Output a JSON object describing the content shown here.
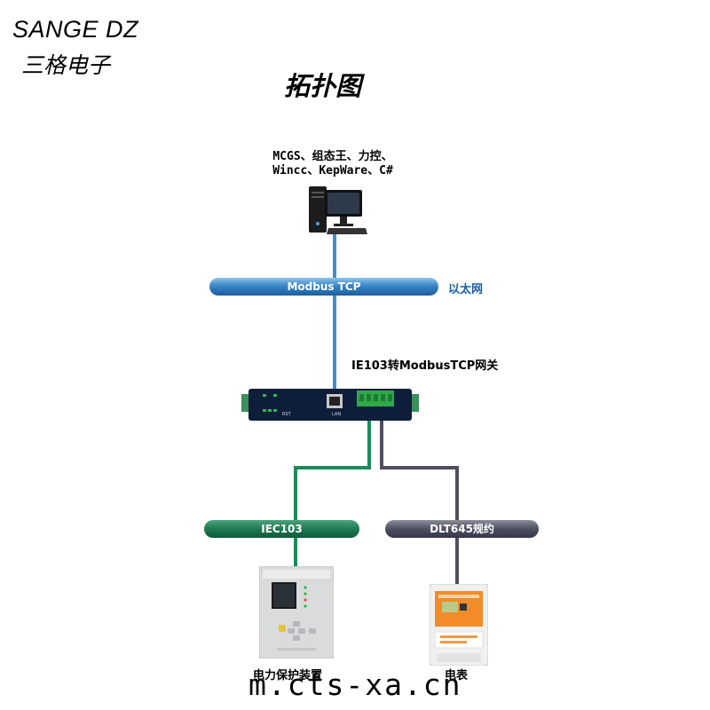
{
  "brand": {
    "name_en": "SANGE DZ",
    "name_cn": "三格电子"
  },
  "title": "拓扑图",
  "computer": {
    "software_line1": "MCGS、组态王、力控、",
    "software_line2": "Wincc、KepWare、C#",
    "icon": "desktop-pc-icon"
  },
  "network": {
    "bus_label": "Modbus TCP",
    "type_label": "以太网",
    "color": "#2a74b8"
  },
  "gateway": {
    "label": "IE103转ModbusTCP网关",
    "lan_label": "LAN",
    "rst_label": "RST"
  },
  "branches": [
    {
      "bus_label": "IEC103",
      "device_label": "电力保护装置",
      "color": "#1f7a52"
    },
    {
      "bus_label": "DLT645规约",
      "device_label": "电表",
      "color": "#4e5060"
    }
  ],
  "watermark": "m.cts-xa.cn"
}
